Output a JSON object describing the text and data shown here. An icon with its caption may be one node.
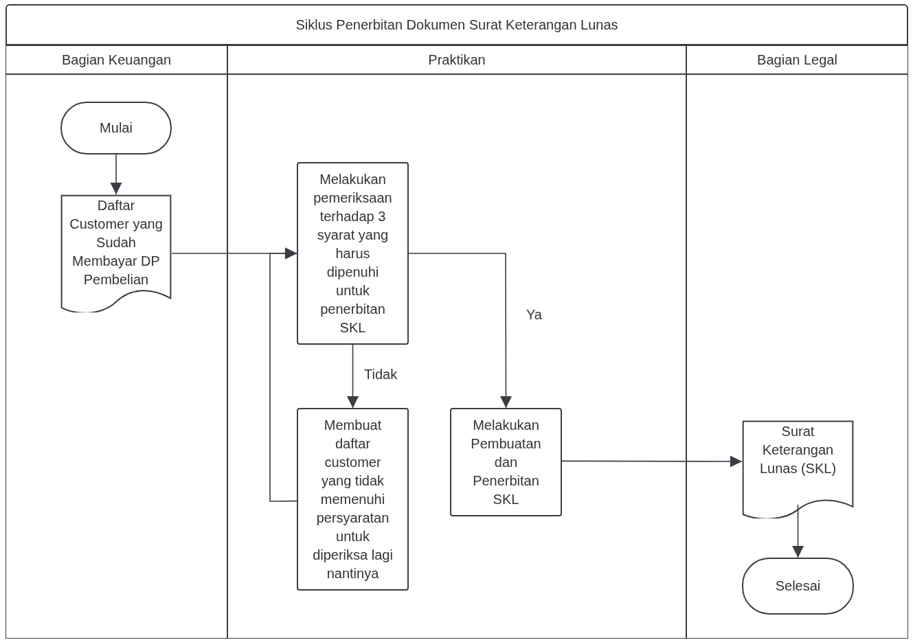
{
  "diagram": {
    "nodes": [
      {
        "text": [
          "Siklus Penerbitan Dokumen Surat Keterangan Lunas"
        ]
      },
      {
        "text": [
          "Bagian Keuangan"
        ],
        "in": 0
      },
      {
        "text": [
          "Praktikan"
        ],
        "in": 0
      },
      {
        "text": [
          "Bagian Legal"
        ],
        "in": 0
      },
      {
        "text": [
          "Mulai"
        ],
        "in": 1
      },
      {
        "text": [
          "Daftar Customer yang Sudah Membayar DP Pembelian"
        ],
        "in": 1
      },
      {
        "text": [
          "Melakukan pemeriksaan terhadap 3 syarat yang harus dipenuhi untuk penerbitan SKL"
        ],
        "in": 2
      },
      {
        "text": [
          "Membuat daftar customer yang tidak memenuhi persyaratan untuk diperiksa lagi nantinya"
        ],
        "in": 2
      },
      {
        "text": [
          "Melakukan Pembuatan dan Penerbitan SKL"
        ],
        "in": 2
      },
      {
        "text": [
          "Surat Keterangan Lunas (SKL)"
        ],
        "in": 3
      },
      {
        "text": [
          "Selesai"
        ],
        "in": 3
      }
    ],
    "edges": [
      {
        "from": 4,
        "to": 5,
        "arrow": "to"
      },
      {
        "from": 5,
        "to": 6,
        "arrow": "to"
      },
      {
        "from": 6,
        "to": 7,
        "arrow": "to",
        "label": "Tidak"
      },
      {
        "from": 6,
        "to": 8,
        "arrow": "to",
        "label": "Ya"
      },
      {
        "from": 7,
        "to": 6,
        "arrow": "to"
      },
      {
        "from": 8,
        "to": 9,
        "arrow": "to"
      },
      {
        "from": 9,
        "to": 10,
        "arrow": "to"
      }
    ]
  }
}
